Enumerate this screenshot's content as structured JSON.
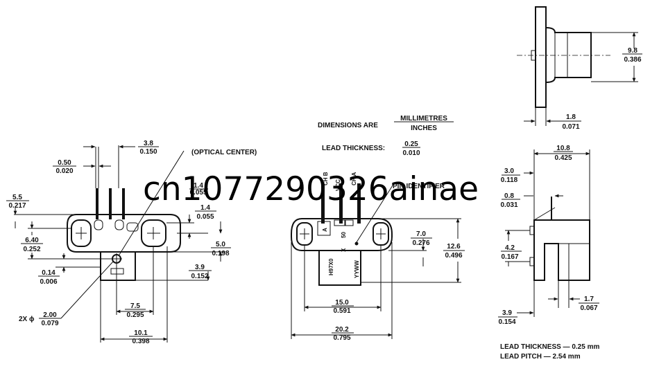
{
  "watermark": "cn1077290326ainae",
  "notes": {
    "dimensions_are": "DIMENSIONS ARE",
    "millimetres": "MILLIMETRES",
    "inches": "INCHES",
    "lead_thickness_label": "LEAD THICKNESS:",
    "lead_thickness_mm": "0.25",
    "lead_thickness_in": "0.010",
    "lead_thickness_footer": "LEAD THICKNESS — 0.25 mm",
    "lead_pitch_footer": "LEAD PITCH — 2.54 mm"
  },
  "callouts": {
    "optical_center": "(OPTICAL CENTER)",
    "pin_identifier": "PIN IDENTIFIER",
    "hole_prefix": "2X ϕ"
  },
  "marking": {
    "ch_b": "CH B",
    "vcc": "VCC",
    "ch_a": "CH A",
    "a": "A",
    "code50": "50",
    "x": "X",
    "part": "H97X0",
    "date": "YYWW"
  },
  "dims": {
    "d_3_8": {
      "mm": "3.8",
      "in": "0.150"
    },
    "d_0_50": {
      "mm": "0.50",
      "in": "0.020"
    },
    "d_5_5": {
      "mm": "5.5",
      "in": "0.217"
    },
    "d_1_4a": {
      "mm": "1.4",
      "in": "0.055"
    },
    "d_1_4b": {
      "mm": "1.4",
      "in": "0.055"
    },
    "d_6_40": {
      "mm": "6.40",
      "in": "0.252"
    },
    "d_5_0": {
      "mm": "5.0",
      "in": "0.198"
    },
    "d_3_9a": {
      "mm": "3.9",
      "in": "0.152"
    },
    "d_0_14": {
      "mm": "0.14",
      "in": "0.006"
    },
    "d_2_00": {
      "mm": "2.00",
      "in": "0.079"
    },
    "d_7_5": {
      "mm": "7.5",
      "in": "0.295"
    },
    "d_10_1": {
      "mm": "10.1",
      "in": "0.398"
    },
    "d_7_0": {
      "mm": "7.0",
      "in": "0.276"
    },
    "d_12_6": {
      "mm": "12.6",
      "in": "0.496"
    },
    "d_15_0": {
      "mm": "15.0",
      "in": "0.591"
    },
    "d_20_2": {
      "mm": "20.2",
      "in": "0.795"
    },
    "d_9_8": {
      "mm": "9.8",
      "in": "0.386"
    },
    "d_1_8": {
      "mm": "1.8",
      "in": "0.071"
    },
    "d_10_8": {
      "mm": "10.8",
      "in": "0.425"
    },
    "d_3_0": {
      "mm": "3.0",
      "in": "0.118"
    },
    "d_0_8": {
      "mm": "0.8",
      "in": "0.031"
    },
    "d_4_2": {
      "mm": "4.2",
      "in": "0.167"
    },
    "d_1_7": {
      "mm": "1.7",
      "in": "0.067"
    },
    "d_3_9b": {
      "mm": "3.9",
      "in": "0.154"
    }
  }
}
